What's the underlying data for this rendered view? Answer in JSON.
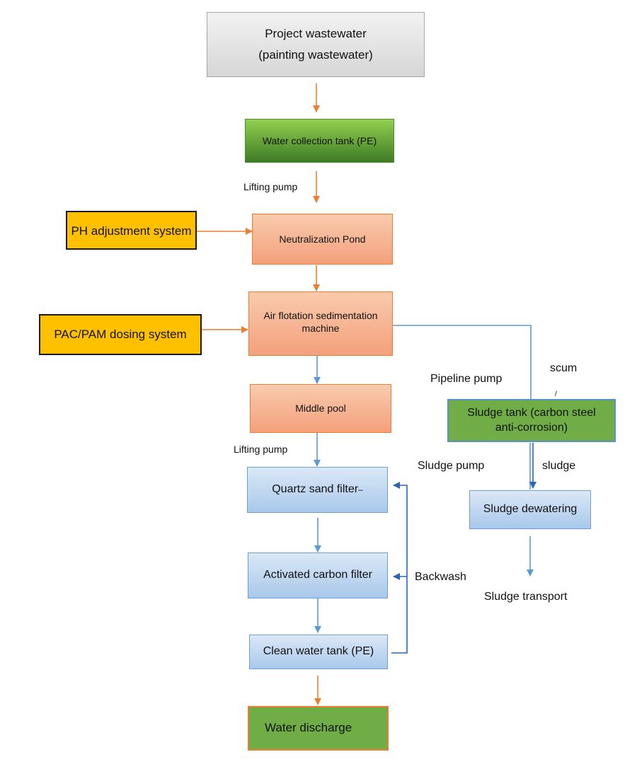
{
  "nodes": {
    "project": {
      "line1": "Project wastewater",
      "line2": "(painting wastewater)"
    },
    "collection": "Water collection tank (PE)",
    "ph": "PH adjustment system",
    "neutralization": "Neutralization Pond",
    "pac": "PAC/PAM dosing system",
    "airflotation": {
      "line1": "Air flotation sedimentation",
      "line2": "machine"
    },
    "middle": "Middle pool",
    "quartz": "Quartz sand filter",
    "quartz_mark": "–",
    "carbon": "Activated carbon filter",
    "clean": "Clean water tank (PE)",
    "discharge": "Water discharge",
    "sludge_tank": {
      "line1": "Sludge tank (carbon steel",
      "line2": "anti-corrosion)"
    },
    "dewatering": "Sludge dewatering"
  },
  "labels": {
    "lifting_pump_1": "Lifting pump",
    "lifting_pump_2": "Lifting pump",
    "pipeline_pump": "Pipeline pump",
    "scum": "scum",
    "scum_mark": "/",
    "sludge_pump": "Sludge pump",
    "sludge": "sludge",
    "backwash": "Backwash",
    "sludge_transport": "Sludge transport"
  },
  "colors": {
    "orange_arrow": "#ed7d31",
    "blue_arrow": "#5b9bd5",
    "dark_blue_line": "#2e64b5",
    "yellow_box": "#ffc000",
    "green_box": "#70ad47"
  }
}
